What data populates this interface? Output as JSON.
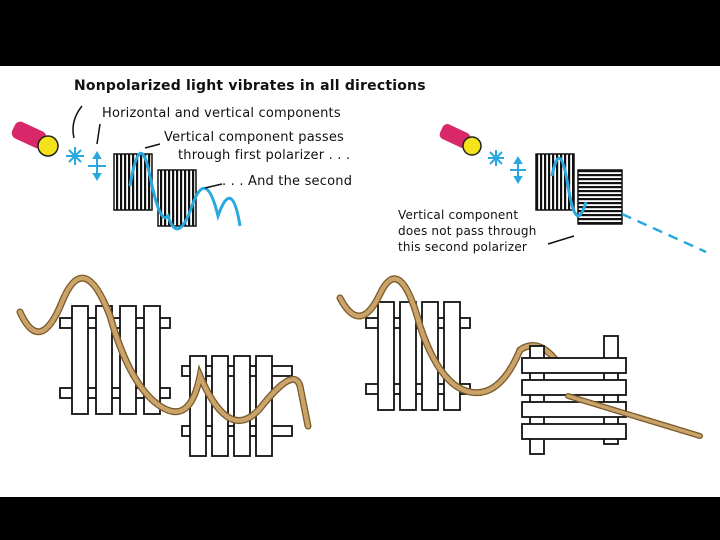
{
  "labels": {
    "nonpolarized": "Nonpolarized light vibrates in all directions",
    "components": "Horizontal and vertical components",
    "passes_line1": "Vertical component passes",
    "passes_line2": "through first polarizer . . .",
    "second": ". . . And the second",
    "blocked_line1": "Vertical component",
    "blocked_line2": "does not pass through",
    "blocked_line3": "this second polarizer"
  },
  "colors": {
    "background": "#000000",
    "panel": "#ffffff",
    "light_wave": "#29a8e0",
    "flashlight_body": "#d8286a",
    "flashlight_lens": "#f4e21a",
    "rope": "#c9a36a",
    "ink": "#111111"
  },
  "icons": [
    "flashlight-icon",
    "snowflake-icon",
    "cross-arrows-icon"
  ]
}
